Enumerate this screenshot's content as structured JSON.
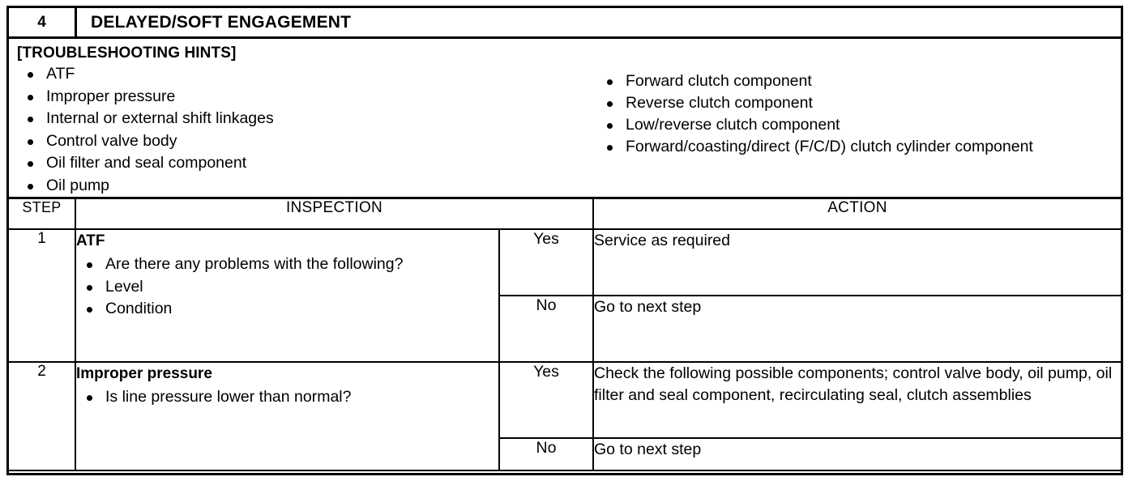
{
  "header": {
    "number": "4",
    "title": "DELAYED/SOFT ENGAGEMENT"
  },
  "hints": {
    "title": "[TROUBLESHOOTING HINTS]",
    "left_items": [
      "ATF",
      "Improper pressure",
      "Internal or external shift linkages",
      "Control valve body",
      "Oil filter and seal component",
      "Oil pump"
    ],
    "right_items": [
      "Forward clutch component",
      "Reverse clutch component",
      "Low/reverse clutch component",
      "Forward/coasting/direct (F/C/D) clutch cylinder component"
    ]
  },
  "table": {
    "columns": {
      "step": "STEP",
      "inspection": "INSPECTION",
      "action": "ACTION"
    },
    "rows": [
      {
        "step": "1",
        "inspection_heading": "ATF",
        "inspection_items": [
          "Are there any problems with the following?",
          "Level",
          "Condition"
        ],
        "answers": [
          {
            "label": "Yes",
            "action": "Service as required"
          },
          {
            "label": "No",
            "action": "Go to next step"
          }
        ]
      },
      {
        "step": "2",
        "inspection_heading": "Improper pressure",
        "inspection_items": [
          "Is line pressure lower than normal?"
        ],
        "answers": [
          {
            "label": "Yes",
            "action": "Check the following possible components; control valve body, oil pump, oil filter and seal component, recirculating seal, clutch assemblies"
          },
          {
            "label": "No",
            "action": "Go to next step"
          }
        ]
      }
    ]
  }
}
